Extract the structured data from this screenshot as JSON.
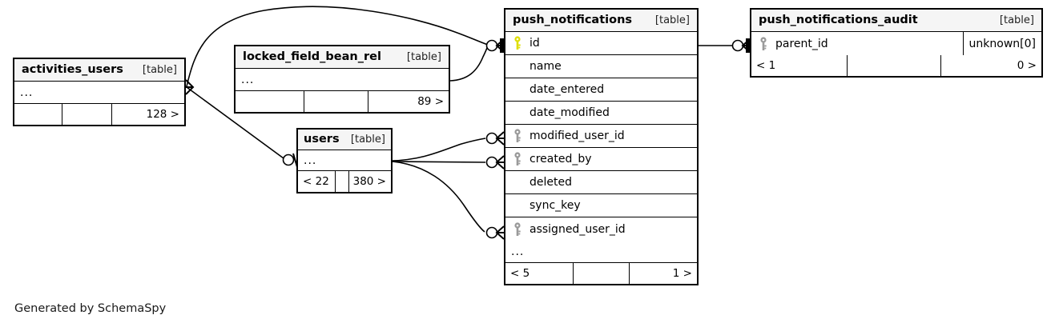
{
  "diagram": {
    "generator_credit": "Generated by SchemaSpy",
    "table_tag": "[table]",
    "ellipsis": "...",
    "colors": {
      "primary_key_icon": "#dede00",
      "foreign_key_icon": "#9a9a9a",
      "table_border": "#000000",
      "title_background": "#f5f5f5",
      "page_background": "#ffffff",
      "edge_stroke": "#000000"
    }
  },
  "tables": {
    "activities_users": {
      "name": "activities_users",
      "tag": "[table]",
      "ellipsis": "...",
      "footer": [
        "",
        "",
        "128 >"
      ]
    },
    "locked_field_bean_rel": {
      "name": "locked_field_bean_rel",
      "tag": "[table]",
      "ellipsis": "...",
      "footer": [
        "",
        "",
        "89 >"
      ]
    },
    "users": {
      "name": "users",
      "tag": "[table]",
      "ellipsis": "...",
      "footer": [
        "< 22",
        "",
        "380 >"
      ]
    },
    "push_notifications": {
      "name": "push_notifications",
      "tag": "[table]",
      "ellipsis": "...",
      "columns": [
        {
          "name": "id",
          "key": "primary"
        },
        {
          "name": "name",
          "key": "none"
        },
        {
          "name": "date_entered",
          "key": "none"
        },
        {
          "name": "date_modified",
          "key": "none"
        },
        {
          "name": "modified_user_id",
          "key": "foreign"
        },
        {
          "name": "created_by",
          "key": "foreign"
        },
        {
          "name": "deleted",
          "key": "none"
        },
        {
          "name": "sync_key",
          "key": "none"
        },
        {
          "name": "assigned_user_id",
          "key": "foreign"
        }
      ],
      "footer": [
        "< 5",
        "",
        "1 >"
      ]
    },
    "push_notifications_audit": {
      "name": "push_notifications_audit",
      "tag": "[table]",
      "columns": [
        {
          "name": "parent_id",
          "key": "foreign",
          "type": "unknown[0]"
        }
      ],
      "footer": [
        "< 1",
        "",
        "0 >"
      ]
    }
  },
  "relationships": [
    {
      "from": "activities_users",
      "to": "push_notifications.id",
      "from_cardinality": "many",
      "to_cardinality": "zero-or-one"
    },
    {
      "from": "locked_field_bean_rel",
      "to": "push_notifications.id",
      "from_cardinality": "many",
      "to_cardinality": "zero-or-one"
    },
    {
      "from": "push_notifications.id",
      "to": "push_notifications_audit.parent_id",
      "from_cardinality": "one",
      "to_cardinality": "zero-or-many"
    },
    {
      "from": "activities_users",
      "to": "users",
      "from_cardinality": "many",
      "to_cardinality": "zero-or-one"
    },
    {
      "from": "users",
      "to": "push_notifications.modified_user_id",
      "from_cardinality": "one",
      "to_cardinality": "zero-or-many"
    },
    {
      "from": "users",
      "to": "push_notifications.created_by",
      "from_cardinality": "one",
      "to_cardinality": "zero-or-many"
    },
    {
      "from": "users",
      "to": "push_notifications.assigned_user_id",
      "from_cardinality": "one",
      "to_cardinality": "zero-or-many"
    }
  ]
}
